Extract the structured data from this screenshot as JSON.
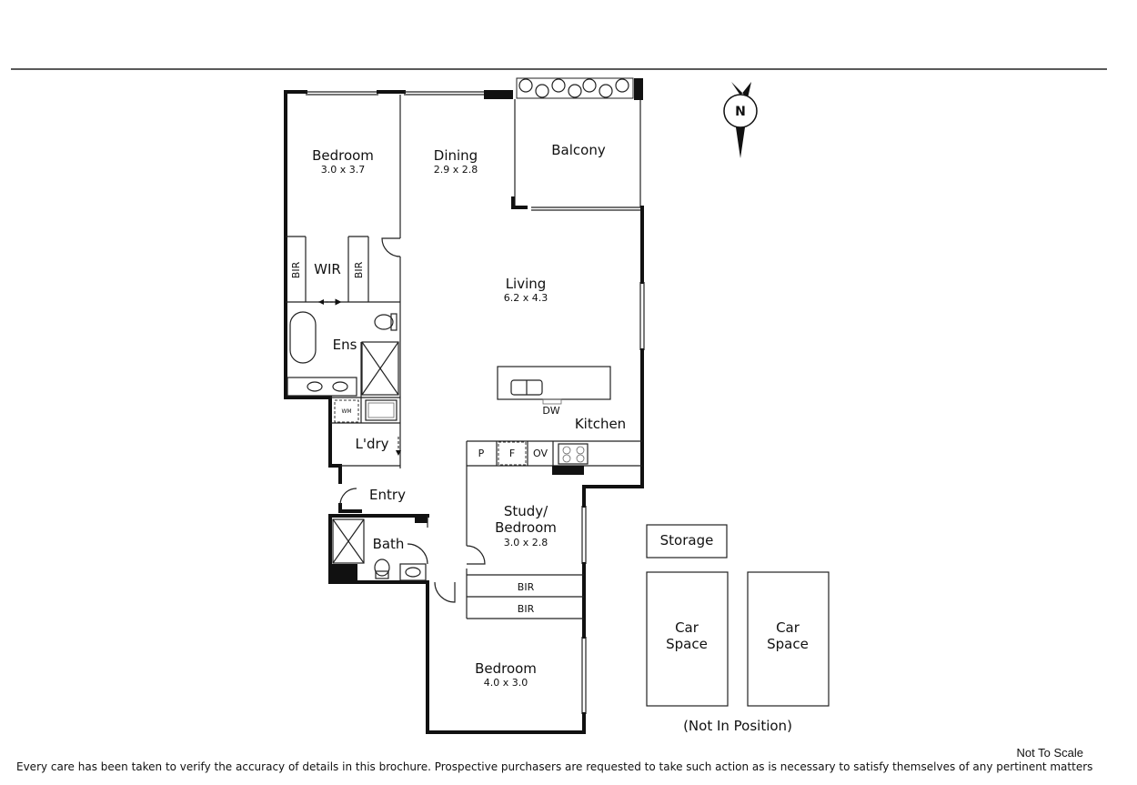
{
  "rooms": {
    "bedroom1": {
      "name": "Bedroom",
      "dims": "3.0 x 3.7"
    },
    "dining": {
      "name": "Dining",
      "dims": "2.9 x 2.8"
    },
    "balcony": {
      "name": "Balcony"
    },
    "wir": {
      "name": "WIR"
    },
    "bir": "BIR",
    "living": {
      "name": "Living",
      "dims": "6.2 x 4.3"
    },
    "ensuite": {
      "name": "Ens"
    },
    "laundry": {
      "name": "L'dry",
      "wm": "WM"
    },
    "entry": {
      "name": "Entry"
    },
    "bath": {
      "name": "Bath"
    },
    "kitchen": {
      "name": "Kitchen",
      "dw": "DW",
      "pantry": "P",
      "fridge": "F",
      "oven": "OV"
    },
    "study": {
      "name_line1": "Study/",
      "name_line2": "Bedroom",
      "dims": "3.0 x 2.8"
    },
    "bedroom2": {
      "name": "Bedroom",
      "dims": "4.0 x 3.0"
    }
  },
  "extras": {
    "storage": "Storage",
    "car1_line1": "Car",
    "car1_line2": "Space",
    "car2_line1": "Car",
    "car2_line2": "Space",
    "not_in_position": "(Not In Position)"
  },
  "compass": {
    "label": "N"
  },
  "footer": {
    "not_to_scale": "Not To Scale",
    "disclaimer": "Every care has been taken to verify the accuracy of details in this brochure. Prospective purchasers are requested to take such action as is necessary to satisfy themselves of any pertinent matters"
  }
}
